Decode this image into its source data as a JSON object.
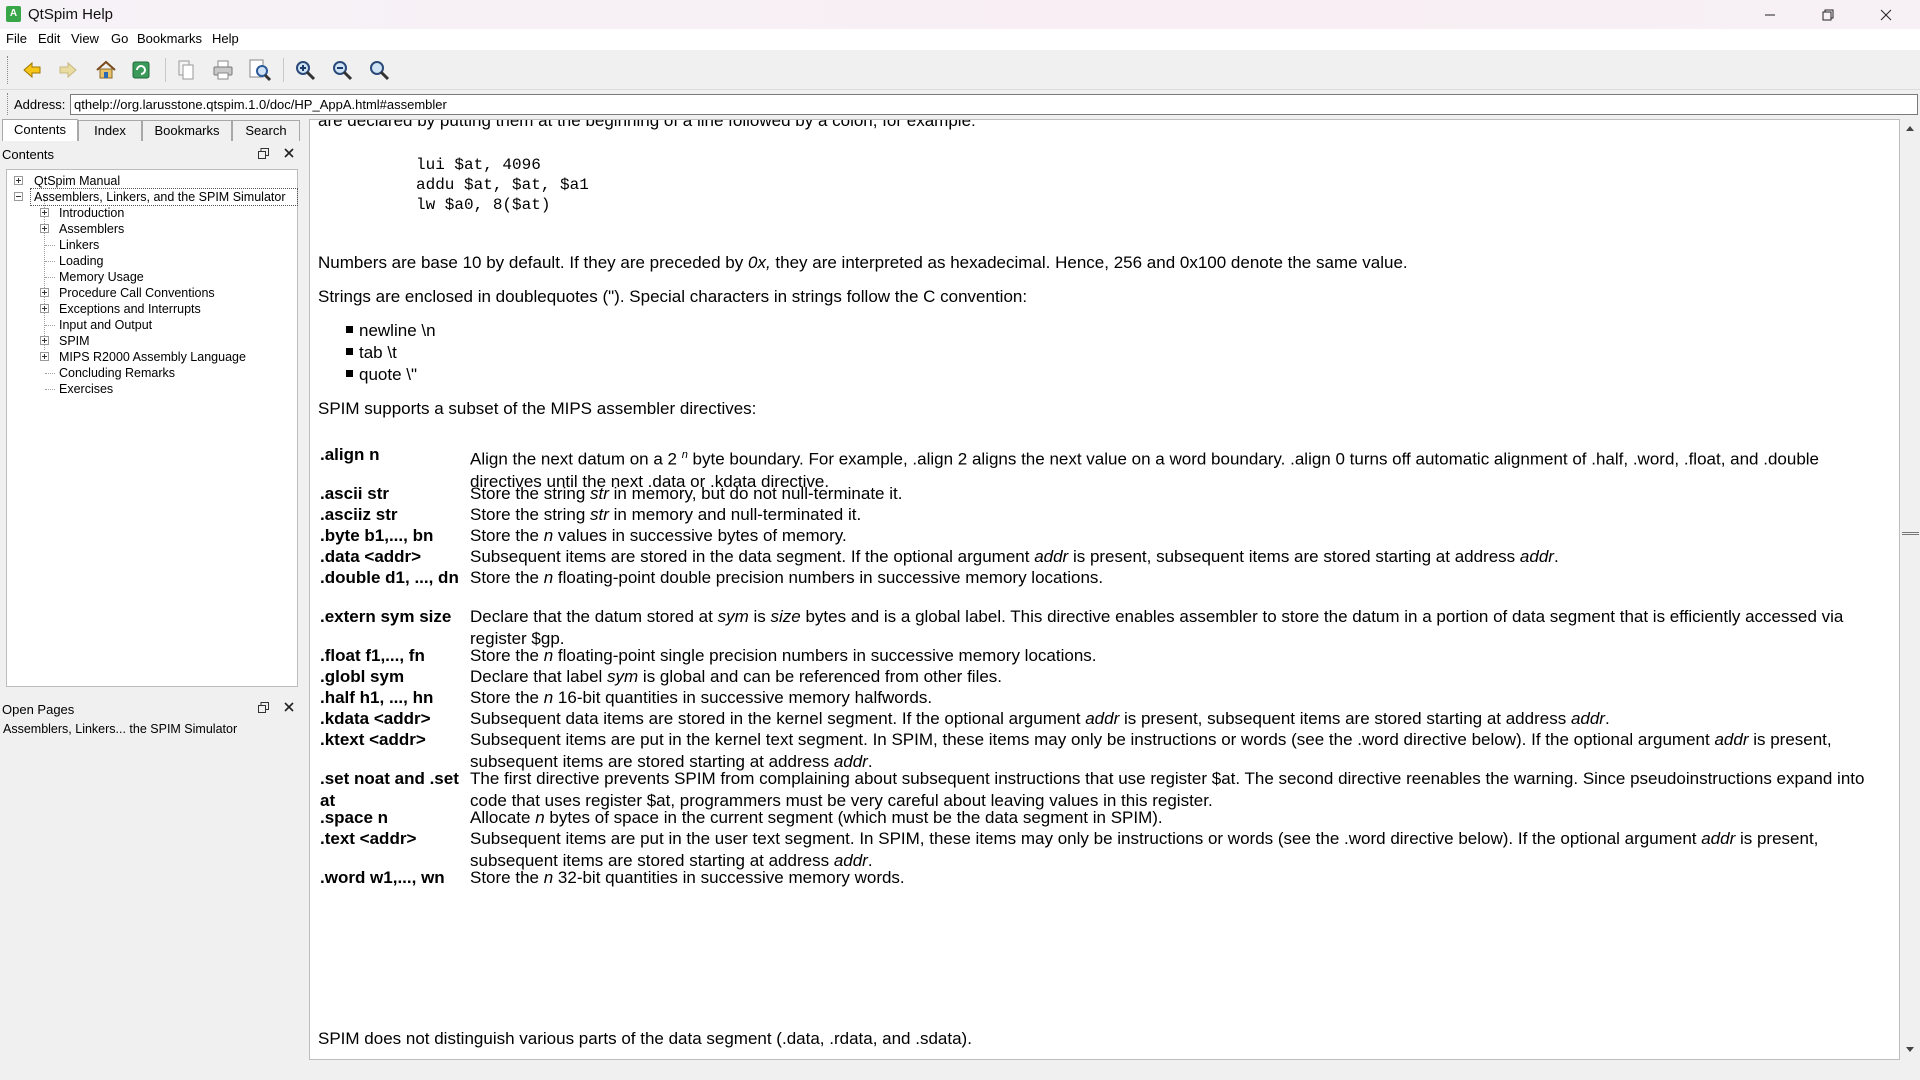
{
  "window": {
    "title": "QtSpim Help",
    "app_icon_letter": "A",
    "icons": {
      "minimize": "minimize-icon",
      "maximize": "restore-icon",
      "close": "close-icon"
    }
  },
  "menu": {
    "items": [
      "File",
      "Edit",
      "View",
      "Go",
      "Bookmarks",
      "Help"
    ]
  },
  "toolbar": {
    "buttons": [
      "back-icon",
      "forward-icon",
      "home-icon",
      "sync-icon",
      "copy-icon",
      "print-icon",
      "find-icon",
      "zoom-in-icon",
      "zoom-out-icon",
      "zoom-reset-icon"
    ]
  },
  "address": {
    "label": "Address:",
    "value": "qthelp://org.larusstone.qtspim.1.0/doc/HP_AppA.html#assembler"
  },
  "left_tabs": [
    "Contents",
    "Index",
    "Bookmarks",
    "Search"
  ],
  "contents_dock": {
    "title": "Contents",
    "tree": [
      {
        "label": "QtSpim Manual",
        "expander": "+"
      },
      {
        "label": "Assemblers, Linkers, and the SPIM Simulator",
        "expander": "-"
      },
      {
        "label": "Introduction",
        "expander": "+"
      },
      {
        "label": "Assemblers",
        "expander": "+"
      },
      {
        "label": "Linkers",
        "expander": ""
      },
      {
        "label": "Loading",
        "expander": ""
      },
      {
        "label": "Memory Usage",
        "expander": ""
      },
      {
        "label": "Procedure Call Conventions",
        "expander": "+"
      },
      {
        "label": "Exceptions and Interrupts",
        "expander": "+"
      },
      {
        "label": "Input and Output",
        "expander": ""
      },
      {
        "label": "SPIM",
        "expander": "+"
      },
      {
        "label": "MIPS R2000 Assembly Language",
        "expander": "+"
      },
      {
        "label": "Concluding Remarks",
        "expander": ""
      },
      {
        "label": "Exercises",
        "expander": ""
      }
    ]
  },
  "open_pages": {
    "title": "Open Pages",
    "items": [
      "Assemblers, Linkers... the SPIM Simulator"
    ]
  },
  "content": {
    "top_cut_text": "are declared by putting them at the beginning of a line followed by a colon, for example:",
    "code_lines": [
      "lui $at, 4096",
      "addu $at, $at, $a1",
      "lw $a0, 8($at)"
    ],
    "numbers_para": {
      "before": "Numbers are base 10 by default. If they are preceded by ",
      "em": "0x,",
      "after": " they are interpreted as hexadecimal. Hence, 256 and 0x100 denote the same value."
    },
    "strings_para": "Strings are enclosed in doublequotes (\"). Special characters in strings follow the C convention:",
    "bullets": [
      "newline \\n",
      "tab \\t",
      "quote \\\""
    ],
    "directives_intro": "SPIM supports a subset of the MIPS assembler directives:",
    "directives": [
      {
        "name": ".align n",
        "desc": [
          "Align the next datum on a 2 ",
          {
            "sup": "n"
          },
          " byte boundary. For example, .align 2 aligns the next value on a word boundary. .align 0 turns off automatic alignment of .half, .word, .float, and .double directives until the next .data or .kdata directive."
        ]
      },
      {
        "name": ".ascii str",
        "desc": [
          "Store the string ",
          {
            "em": "str"
          },
          " in memory, but do not null-terminate it."
        ]
      },
      {
        "name": ".asciiz str",
        "desc": [
          "Store the string ",
          {
            "em": "str"
          },
          " in memory and null-terminated it."
        ]
      },
      {
        "name": ".byte b1,..., bn",
        "desc": [
          "Store the ",
          {
            "em": "n"
          },
          " values in successive bytes of memory."
        ]
      },
      {
        "name": ".data <addr>",
        "desc": [
          "Subsequent items are stored in the data segment. If the optional argument ",
          {
            "em": "addr"
          },
          " is present, subsequent items are stored starting at address ",
          {
            "em": "addr"
          },
          "."
        ]
      },
      {
        "name": ".double d1, ..., dn",
        "desc": [
          "Store the ",
          {
            "em": "n"
          },
          " floating-point double precision numbers in successive memory locations."
        ]
      },
      {
        "name": ".extern sym size",
        "desc": [
          "Declare that the datum stored at ",
          {
            "em": "sym"
          },
          " is ",
          {
            "em": "size"
          },
          " bytes and is a global label. This directive enables assembler to store the datum in a portion of data segment that is efficiently accessed via register $gp."
        ]
      },
      {
        "name": ".float f1,..., fn",
        "desc": [
          "Store the ",
          {
            "em": "n"
          },
          " floating-point single precision numbers in successive memory locations."
        ]
      },
      {
        "name": ".globl sym",
        "desc": [
          "Declare that label ",
          {
            "em": "sym"
          },
          " is global and can be referenced from other files."
        ]
      },
      {
        "name": ".half h1, ..., hn",
        "desc": [
          "Store the ",
          {
            "em": "n"
          },
          " 16-bit quantities in successive memory halfwords."
        ]
      },
      {
        "name": ".kdata <addr>",
        "desc": [
          "Subsequent data items are stored in the kernel segment. If the optional argument ",
          {
            "em": "addr"
          },
          " is present, subsequent items are stored starting at address ",
          {
            "em": "addr"
          },
          "."
        ]
      },
      {
        "name": ".ktext <addr>",
        "desc": [
          "Subsequent items are put in the kernel text segment. In SPIM, these items may only be instructions or words (see the .word directive below). If the optional argument ",
          {
            "em": "addr"
          },
          " is present, subsequent items are stored starting at address ",
          {
            "em": "addr"
          },
          "."
        ]
      },
      {
        "name": ".set noat and .set at",
        "desc": [
          "The first directive prevents SPIM from complaining about subsequent instructions that use register $at. The second directive reenables the warning. Since pseudoinstructions expand into code that uses register $at, programmers must be very careful about leaving values in this register."
        ]
      },
      {
        "name": ".space n",
        "desc": [
          "Allocate ",
          {
            "em": "n"
          },
          " bytes of space in the current segment (which must be the data segment in SPIM)."
        ]
      },
      {
        "name": ".text <addr>",
        "desc": [
          "Subsequent items are put in the user text segment. In SPIM, these items may only be instructions or words (see the .word directive below). If the optional argument ",
          {
            "em": "addr"
          },
          " is present, subsequent items are stored starting at address ",
          {
            "em": "addr"
          },
          "."
        ]
      },
      {
        "name": ".word w1,..., wn",
        "desc": [
          "Store the ",
          {
            "em": "n"
          },
          " 32-bit quantities in successive memory words."
        ]
      }
    ],
    "closing_para": "SPIM does not distinguish various parts of the data segment (.data, .rdata, and .sdata)."
  }
}
